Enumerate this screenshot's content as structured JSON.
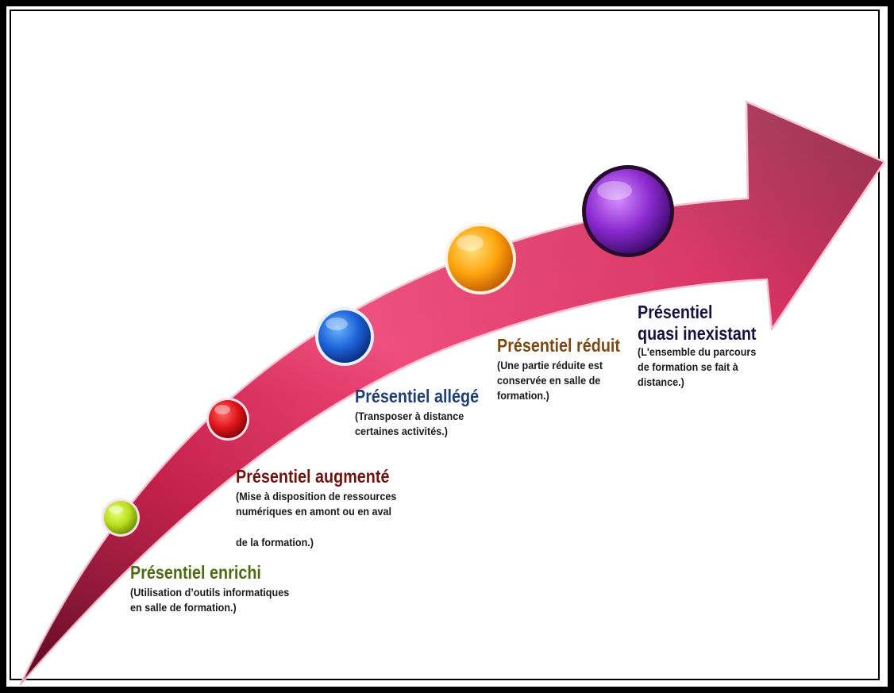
{
  "colors": {
    "arrow_dark": "#7a0a2c",
    "arrow_mid": "#c81a4a",
    "arrow_light": "#f04a7c",
    "title_enrichi": "#4e6a12",
    "title_augmente": "#6e1410",
    "title_allege": "#1f3e72",
    "title_reduit": "#7a4a12",
    "title_inexistant": "#1a1040"
  },
  "stages": [
    {
      "id": "enrichi",
      "title": [
        "Présentiel enrichi"
      ],
      "description": [
        "(Utilisation d’outils informatiques",
        "en salle de formation.)"
      ],
      "ball_color": "#b8e01e"
    },
    {
      "id": "augmente",
      "title": [
        "Présentiel augmenté"
      ],
      "description": [
        "(Mise à disposition de ressources",
        "numériques en amont ou en aval",
        "de la formation.)"
      ],
      "ball_color": "#e0141a"
    },
    {
      "id": "allege",
      "title": [
        "Présentiel allégé"
      ],
      "description": [
        "(Transposer à distance",
        "certaines activités.)"
      ],
      "ball_color": "#1c62d8"
    },
    {
      "id": "reduit",
      "title": [
        "Présentiel réduit"
      ],
      "description": [
        "(Une partie réduite est",
        "conservée en salle de",
        "formation.)"
      ],
      "ball_color": "#ffa40e"
    },
    {
      "id": "inexistant",
      "title": [
        "Présentiel",
        "quasi inexistant"
      ],
      "description": [
        "(L'ensemble du parcours",
        "de formation se fait à",
        "distance.)"
      ],
      "ball_color": "#8c2ad0"
    }
  ]
}
